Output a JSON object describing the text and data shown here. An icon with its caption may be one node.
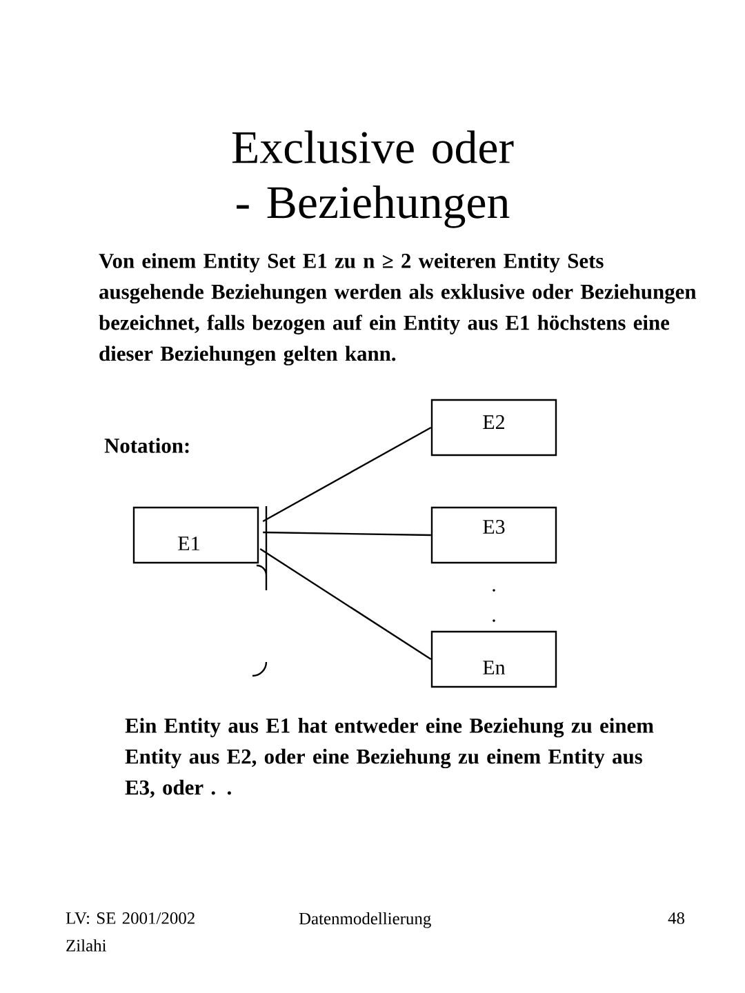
{
  "diagram": {
    "title": "Exclusive oder - Beziehungen",
    "nodes": [
      {
        "text": [
          "E1"
        ]
      },
      {
        "text": [
          "E2"
        ]
      },
      {
        "text": [
          "E3"
        ]
      },
      {
        "text": [
          "En"
        ]
      }
    ],
    "edges": [
      {
        "from": 0,
        "to": 1,
        "arrow": "none"
      },
      {
        "from": 0,
        "to": 2,
        "arrow": "none"
      },
      {
        "from": 0,
        "to": 3,
        "arrow": "none"
      }
    ],
    "labels": [
      "Von einem Entity Set E1 zu n ≥ 2 weiteren Entity Sets ausgehende Beziehungen werden als exklusive oder Beziehungen bezeichnet, falls bezogen auf ein Entity aus E1 höchstens eine dieser Beziehungen gelten kann.",
      "Notation:",
      ".",
      ".",
      "Ein Entity aus E1 hat entweder eine Beziehung zu einem Entity aus E2, oder eine Beziehung zu einem Entity aus E3, oder . .",
      "LV: SE 2001/2002 Zilahi",
      "Datenmodellierung",
      "48"
    ]
  }
}
